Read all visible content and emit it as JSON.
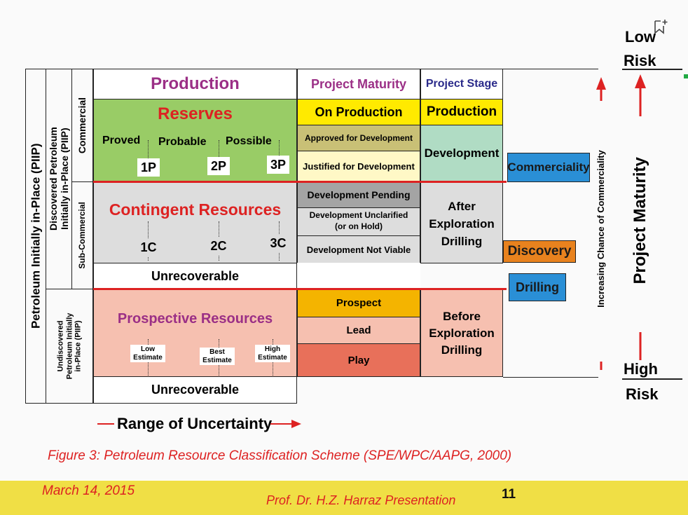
{
  "risk": {
    "low": "Low",
    "low_risk": "Risk",
    "high": "High",
    "high_risk": "Risk"
  },
  "axis_left": {
    "piip": "Petroleum Initially in-Place (PIIP)",
    "discovered": [
      "Discovered Petroleum",
      "Initially in-Place (PIIP)"
    ],
    "undiscovered": [
      "Undiscovered",
      "Petroleum Initially",
      "in-Place (PIIP)"
    ],
    "commercial": "Commercial",
    "sub_commercial": "Sub-Commercial"
  },
  "classes": {
    "production": "Production",
    "reserves": "Reserves",
    "reserves_cats": [
      "Proved",
      "Probable",
      "Possible"
    ],
    "reserves_codes": [
      "1P",
      "2P",
      "3P"
    ],
    "contingent": "Contingent Resources",
    "contingent_codes": [
      "1C",
      "2C",
      "3C"
    ],
    "unrecoverable": "Unrecoverable",
    "prospective": "Prospective Resources",
    "prospective_estimates": [
      "Low Estimate",
      "Best Estimate",
      "High Estimate"
    ],
    "unrecoverable_2": "Unrecoverable"
  },
  "maturity": {
    "header": "Project Maturity",
    "items": [
      "On Production",
      "Approved for Development",
      "Justified for Development",
      "Development Pending",
      "Development Unclarified",
      "(or on Hold)",
      "Development Not Viable",
      "Prospect",
      "Lead",
      "Play"
    ]
  },
  "stage": {
    "header": "Project Stage",
    "items": [
      "Production",
      "Development",
      "After",
      "Exploration",
      "Drilling",
      "Before",
      "Exploration",
      "Drilling"
    ]
  },
  "markers": {
    "commerciality": "Commerciality",
    "discovery": "Discovery",
    "drilling": "Drilling"
  },
  "right_axes": {
    "chance": "Increasing Chance of Commerciality",
    "maturity": "Project Maturity"
  },
  "range": "Range of Uncertainty",
  "caption": "Figure 3: Petroleum Resource Classification Scheme (SPE/WPC/AAPG, 2000)",
  "footer": {
    "date": "March 14, 2015",
    "author": "Prof. Dr. H.Z. Harraz Presentation",
    "page": "11"
  },
  "colors": {
    "reserves": "#99cc66",
    "contingent": "#dddddd",
    "prospective": "#f6c0b0",
    "red": "#dd2222",
    "magenta": "#9b2f86",
    "blue": "#2a8fd6",
    "orange": "#e8821e",
    "yellow": "#ffea00",
    "footer": "#f0df45"
  }
}
